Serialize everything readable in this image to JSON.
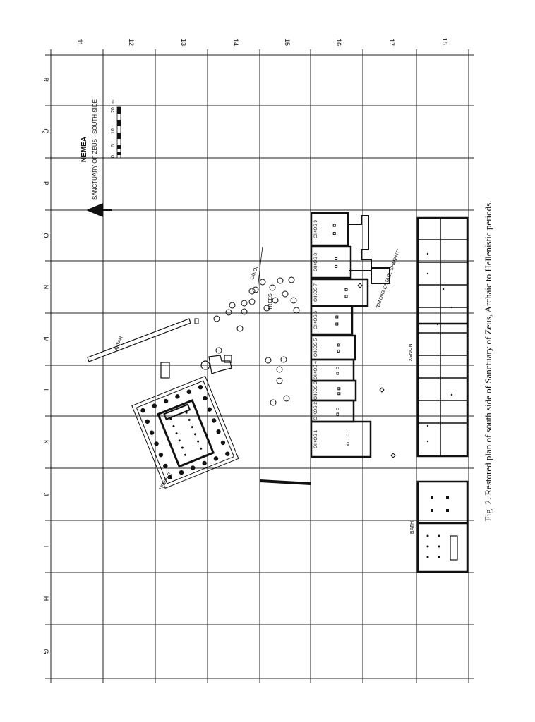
{
  "caption": "Fig. 2.  Restored plan of south side of Sanctuary of Zeus, Archaic to Hellenistic periods.",
  "title": "NEMEA",
  "subtitle": "SANCTUARY OF ZEUS - SOUTH SIDE",
  "scale": {
    "unit": "m.",
    "ticks": [
      "0",
      "5",
      "10",
      "20"
    ]
  },
  "grid_numbers": [
    "11",
    "12",
    "13",
    "14",
    "15",
    "16",
    "17",
    "18."
  ],
  "grid_letters": [
    "R",
    "Q",
    "P",
    "O",
    "N",
    "M",
    "L",
    "K",
    "J",
    "I",
    "H",
    "G"
  ],
  "labels": {
    "temple": "TEMPLE",
    "altar": "ALTAR",
    "trees": "TREES",
    "xenon": "XENON",
    "bath": "BATH",
    "dining": "\"DINING ESTABLISHMENT\"",
    "oikoi": "OIKOI",
    "oikos": [
      "OIKOS 1",
      "OIKOS 2",
      "OIKOS 3",
      "OIKOS 4",
      "OIKOS 5",
      "OIKOS 6",
      "OIKOS 7",
      "OIKOS 8",
      "OIKOS 9"
    ]
  }
}
